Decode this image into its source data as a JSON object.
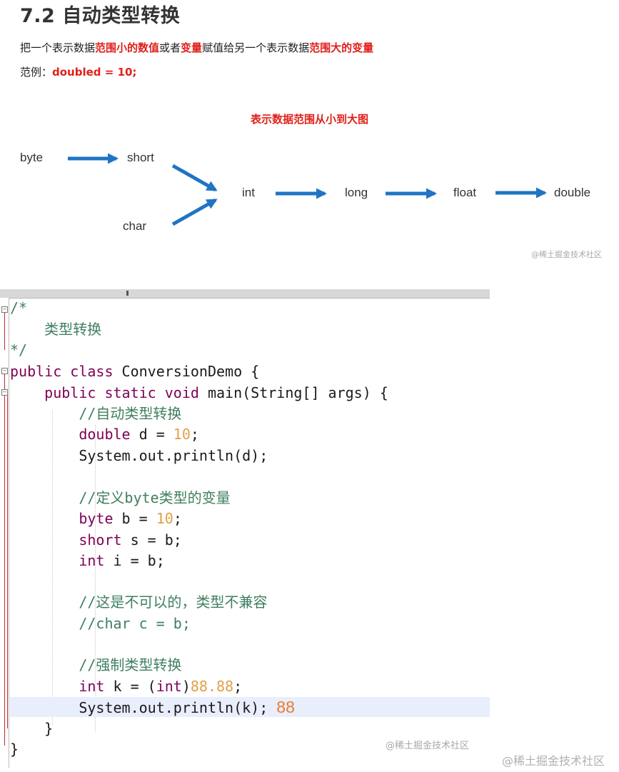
{
  "heading": "7.2 自动类型转换",
  "intro": {
    "p1": "把一个表示数据",
    "r1": "范围小的数值",
    "p2": "或者",
    "r2": "变量",
    "p3": "赋值给另一个表示数据",
    "r3": "范围大的变量"
  },
  "example": {
    "label": "范例：",
    "code": "doubled = 10;"
  },
  "diagram": {
    "title": "表示数据范围从小到大图",
    "nodes": {
      "byte": "byte",
      "short": "short",
      "char": "char",
      "int": "int",
      "long": "long",
      "float": "float",
      "double": "double"
    },
    "arrow_color": "#1f74c4"
  },
  "watermark": "@稀土掘金技术社区",
  "code": {
    "lines": [
      "/*",
      "    类型转换",
      "*/",
      "public class ConversionDemo {",
      "    public static void main(String[] args) {",
      "        //自动类型转换",
      "        double d = 10;",
      "        System.out.println(d);",
      "",
      "        //定义byte类型的变量",
      "        byte b = 10;",
      "        short s = b;",
      "        int i = b;",
      "",
      "        //这是不可以的，类型不兼容",
      "        //char c = b;",
      "",
      "        //强制类型转换",
      "        int k = (int)88.88;",
      "        System.out.println(k);",
      "    }",
      "}"
    ],
    "output_value": "88",
    "colors": {
      "keyword": "#7f0055",
      "comment": "#3f7f5f",
      "number": "#e2a048",
      "output": "#f07828"
    }
  }
}
